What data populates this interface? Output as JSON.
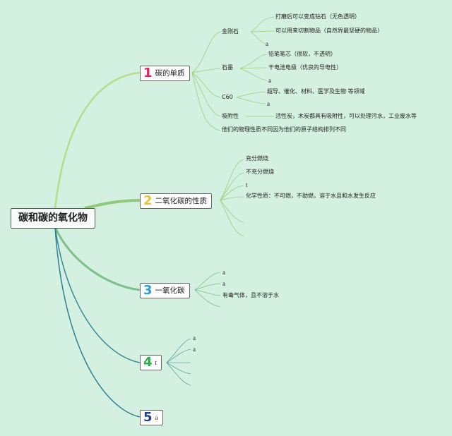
{
  "root": {
    "label": "碳和碳的氧化物"
  },
  "branches": [
    {
      "num": "1",
      "color": "#e0245e",
      "label": "碳的单质",
      "sub": {
        "diamond": {
          "label": "金刚石",
          "items": [
            "打磨后可以变成钻石（无色透明）",
            "可以用来切割物品（自然界最坚硬的物品）",
            "a"
          ]
        },
        "graphite": {
          "label": "石墨",
          "items": [
            "铅笔笔芯（很软，不透明）",
            "干电池电极（优良的导电性）",
            "a"
          ]
        },
        "c60": {
          "label": "C60",
          "items": [
            "超导、催化、材料、医学及生物 等领域",
            "a"
          ]
        },
        "adsorption": {
          "label": "吸附性",
          "items": [
            "活性炭，木炭都具有吸附性，可以处理污水，工业废水等"
          ]
        },
        "note": "他们的物理性质不同因为他们的原子结构排列不同"
      }
    },
    {
      "num": "2",
      "color": "#e8c430",
      "label": "二氧化碳的性质",
      "items": [
        "充分燃烧",
        "不充分燃烧",
        "t",
        "化学性质：不可燃，不助燃，溶于水且和水发生反应"
      ]
    },
    {
      "num": "3",
      "color": "#2a9fd8",
      "label": "一氧化碳",
      "items": [
        "a",
        "a",
        "有毒气体，且不溶于水"
      ]
    },
    {
      "num": "4",
      "color": "#2ea84a",
      "label": "t",
      "items": [
        "a",
        "a"
      ]
    },
    {
      "num": "5",
      "color": "#1f3f8f",
      "label": "a",
      "items": []
    }
  ],
  "colors": {
    "background": "#d4f0e1",
    "line_branch1": "#b5dd8c",
    "line_branch2": "#8fc97c",
    "line_branch3": "#5fa88a",
    "line_branch4": "#3a8a94",
    "line_branch5": "#2e7f96",
    "line_sub": "#9ad07a"
  }
}
